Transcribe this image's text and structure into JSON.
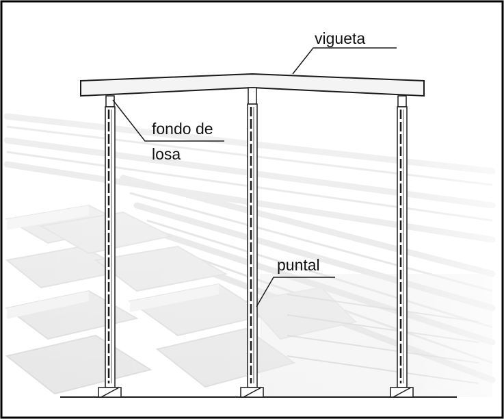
{
  "labels": {
    "vigueta": "vigueta",
    "fondo_line1": "fondo de",
    "fondo_line2": "losa",
    "puntal": "puntal"
  },
  "colors": {
    "stroke": "#1a1a1a",
    "background_photo": "#d9d9d9",
    "frame": "#000000"
  }
}
